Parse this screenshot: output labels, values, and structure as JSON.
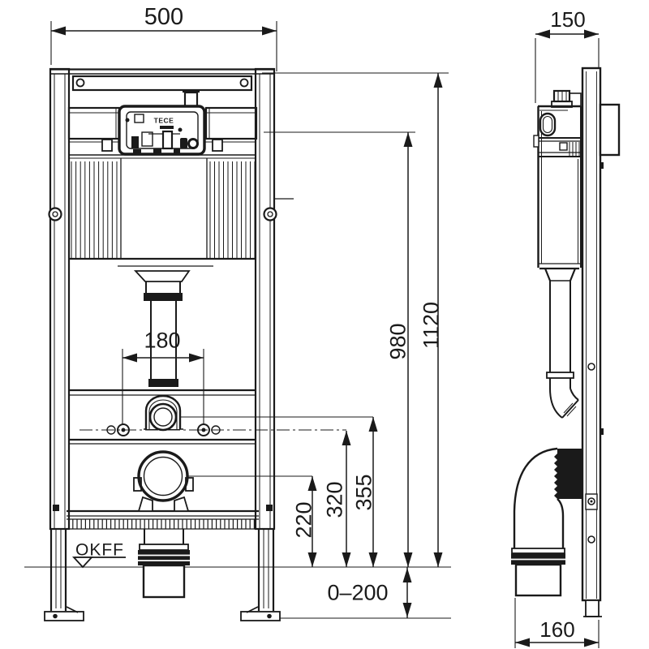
{
  "labels": {
    "front_width": "500",
    "depth": "150",
    "overall_height": "1120",
    "actuation_height": "980",
    "flush_bend_height": "355",
    "fixing_height": "320",
    "drain_height": "220",
    "fixing_spacing": "180",
    "foot_adjustment": "0–200",
    "floor_level": "OKFF",
    "drain_projection": "160"
  },
  "logo": {
    "brand": "TECE"
  },
  "colors": {
    "line": "#1a1a1a",
    "background": "#ffffff"
  }
}
